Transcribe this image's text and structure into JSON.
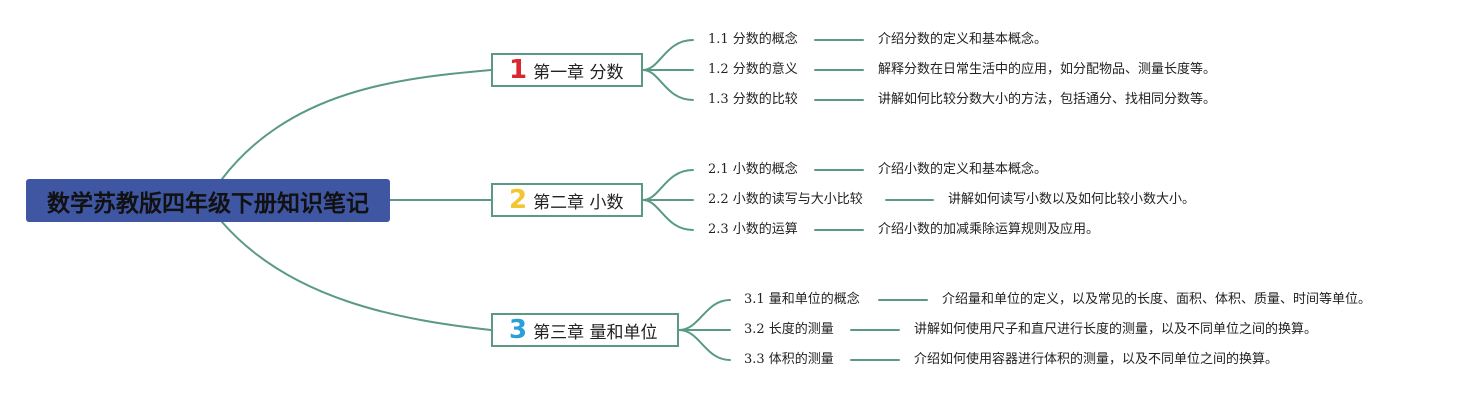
{
  "root": {
    "title": "数学苏教版四年级下册知识笔记",
    "color": "#3f56a3"
  },
  "line_color": "#5a9a85",
  "chapters": [
    {
      "number": "1",
      "number_color": "#d9282f",
      "title": "第一章 分数",
      "topics": [
        {
          "label": "1.1 分数的概念",
          "description": "介绍分数的定义和基本概念。"
        },
        {
          "label": "1.2 分数的意义",
          "description": "解释分数在日常生活中的应用，如分配物品、测量长度等。"
        },
        {
          "label": "1.3 分数的比较",
          "description": "讲解如何比较分数大小的方法，包括通分、找相同分数等。"
        }
      ]
    },
    {
      "number": "2",
      "number_color": "#f2c531",
      "title": "第二章 小数",
      "topics": [
        {
          "label": "2.1 小数的概念",
          "description": "介绍小数的定义和基本概念。"
        },
        {
          "label": "2.2 小数的读写与大小比较",
          "description": "讲解如何读写小数以及如何比较小数大小。"
        },
        {
          "label": "2.3 小数的运算",
          "description": "介绍小数的加减乘除运算规则及应用。"
        }
      ]
    },
    {
      "number": "3",
      "number_color": "#2a9fd8",
      "title": "第三章 量和单位",
      "topics": [
        {
          "label": "3.1 量和单位的概念",
          "description": "介绍量和单位的定义，以及常见的长度、面积、体积、质量、时间等单位。"
        },
        {
          "label": "3.2 长度的测量",
          "description": "讲解如何使用尺子和直尺进行长度的测量，以及不同单位之间的换算。"
        },
        {
          "label": "3.3 体积的测量",
          "description": "介绍如何使用容器进行体积的测量，以及不同单位之间的换算。"
        }
      ]
    }
  ]
}
